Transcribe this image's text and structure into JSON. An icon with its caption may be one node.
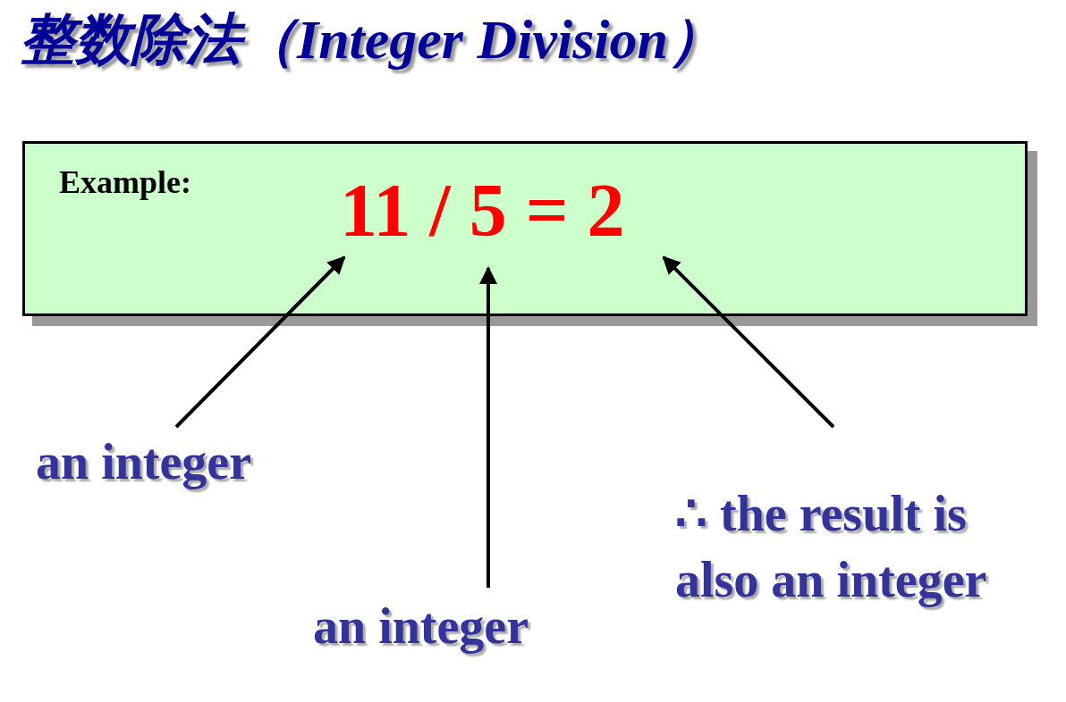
{
  "diagram": {
    "title": "整数除法（Integer Division）",
    "nodes": [
      {
        "text": [
          "Example:",
          "11 / 5 = 2"
        ]
      },
      {
        "text": [
          "an integer"
        ]
      },
      {
        "text": [
          "an integer"
        ]
      },
      {
        "text": [
          "∴ the result is also an integer"
        ]
      }
    ],
    "edges": [
      {
        "from": 1,
        "to": 0,
        "arrow": "to"
      },
      {
        "from": 2,
        "to": 0,
        "arrow": "to"
      },
      {
        "from": 3,
        "to": 0,
        "arrow": "to"
      }
    ]
  }
}
